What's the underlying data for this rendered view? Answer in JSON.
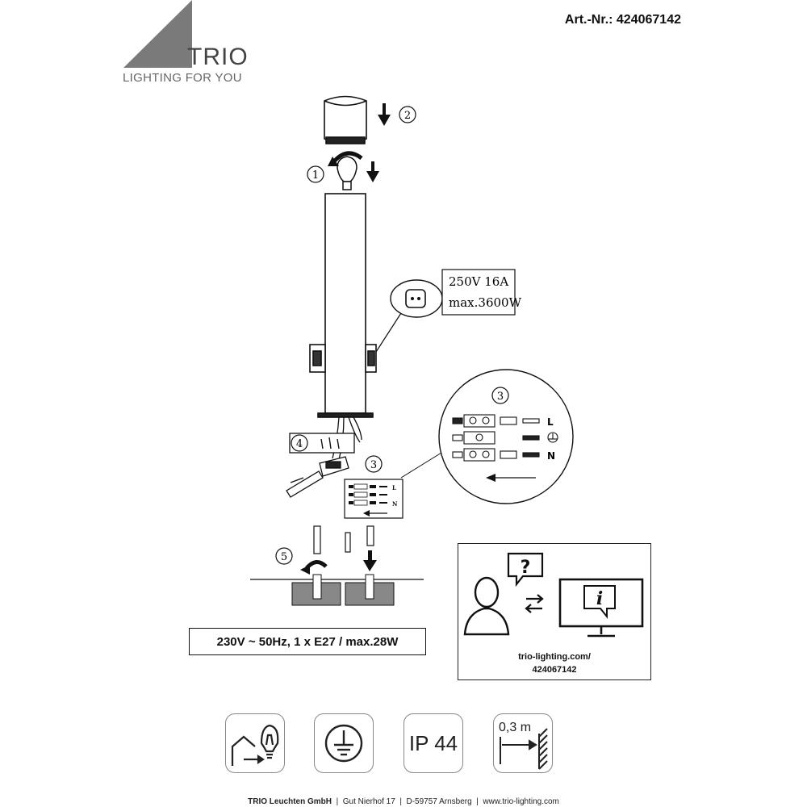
{
  "header": {
    "brand": "TRIO",
    "tagline": "LIGHTING FOR YOU",
    "article_number": "Art.-Nr.: 424067142"
  },
  "diagram": {
    "steps": [
      "1",
      "2",
      "3",
      "4",
      "5"
    ],
    "socket_rating_line1": "250V 16A",
    "socket_rating_line2": "max.3600W",
    "terminal_labels": [
      "L",
      "N"
    ]
  },
  "spec": "230V ~ 50Hz, 1 x E27 / max.28W",
  "info": {
    "url_line1": "trio-lighting.com/",
    "url_line2": "424067142"
  },
  "symbols": {
    "ip_rating": "IP 44",
    "distance": "0,3 m"
  },
  "footer": {
    "company": "TRIO Leuchten GmbH",
    "address": "Gut Nierhof 17",
    "city": "D-59757 Arnsberg",
    "website": "www.trio-lighting.com"
  }
}
